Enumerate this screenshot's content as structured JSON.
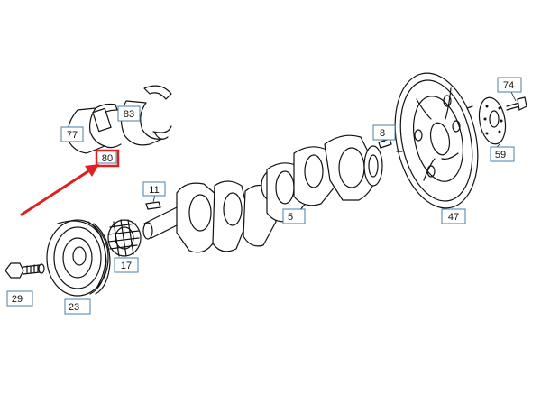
{
  "callouts": [
    {
      "id": "77",
      "label": "77"
    },
    {
      "id": "83",
      "label": "83"
    },
    {
      "id": "80",
      "label": "80"
    },
    {
      "id": "11",
      "label": "11"
    },
    {
      "id": "5",
      "label": "5"
    },
    {
      "id": "8",
      "label": "8"
    },
    {
      "id": "47",
      "label": "47"
    },
    {
      "id": "74",
      "label": "74"
    },
    {
      "id": "59",
      "label": "59"
    },
    {
      "id": "17",
      "label": "17"
    },
    {
      "id": "29",
      "label": "29"
    },
    {
      "id": "23",
      "label": "23"
    }
  ],
  "highlight": {
    "callout": "80",
    "color": "#e02020"
  },
  "colors": {
    "label_border": "#4a7fa8",
    "highlight": "#e02020",
    "line": "#111111"
  }
}
